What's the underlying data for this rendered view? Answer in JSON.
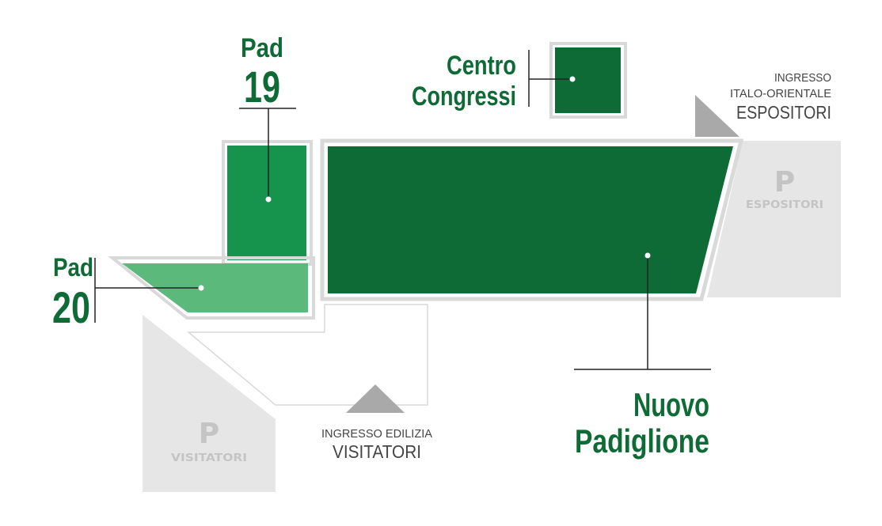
{
  "colors": {
    "dark_green": "#0f6b35",
    "mid_green": "#16934d",
    "light_green": "#5bb97b",
    "parking_grey": "#e6e6e6",
    "entrance_grey": "#a9a9a9",
    "label_green": "#0f6b35",
    "label_grey": "#444444",
    "leader_line": "#222222"
  },
  "buildings": {
    "pad19": {
      "line1": "Pad",
      "line2": "19"
    },
    "pad20": {
      "line1": "Pad",
      "line2": "20"
    },
    "centro_congressi": {
      "line1": "Centro",
      "line2": "Congressi"
    },
    "nuovo_padiglione": {
      "line1": "Nuovo",
      "line2": "Padiglione"
    }
  },
  "entrances": {
    "espositori": {
      "line1": "INGRESSO",
      "line2": "ITALO-ORIENTALE",
      "line3": "ESPOSITORI"
    },
    "visitatori": {
      "line1": "INGRESSO EDILIZIA",
      "line2": "VISITATORI"
    }
  },
  "parking": {
    "espositori": {
      "letter": "P",
      "label": "ESPOSITORI"
    },
    "visitatori": {
      "letter": "P",
      "label": "VISITATORI"
    }
  }
}
